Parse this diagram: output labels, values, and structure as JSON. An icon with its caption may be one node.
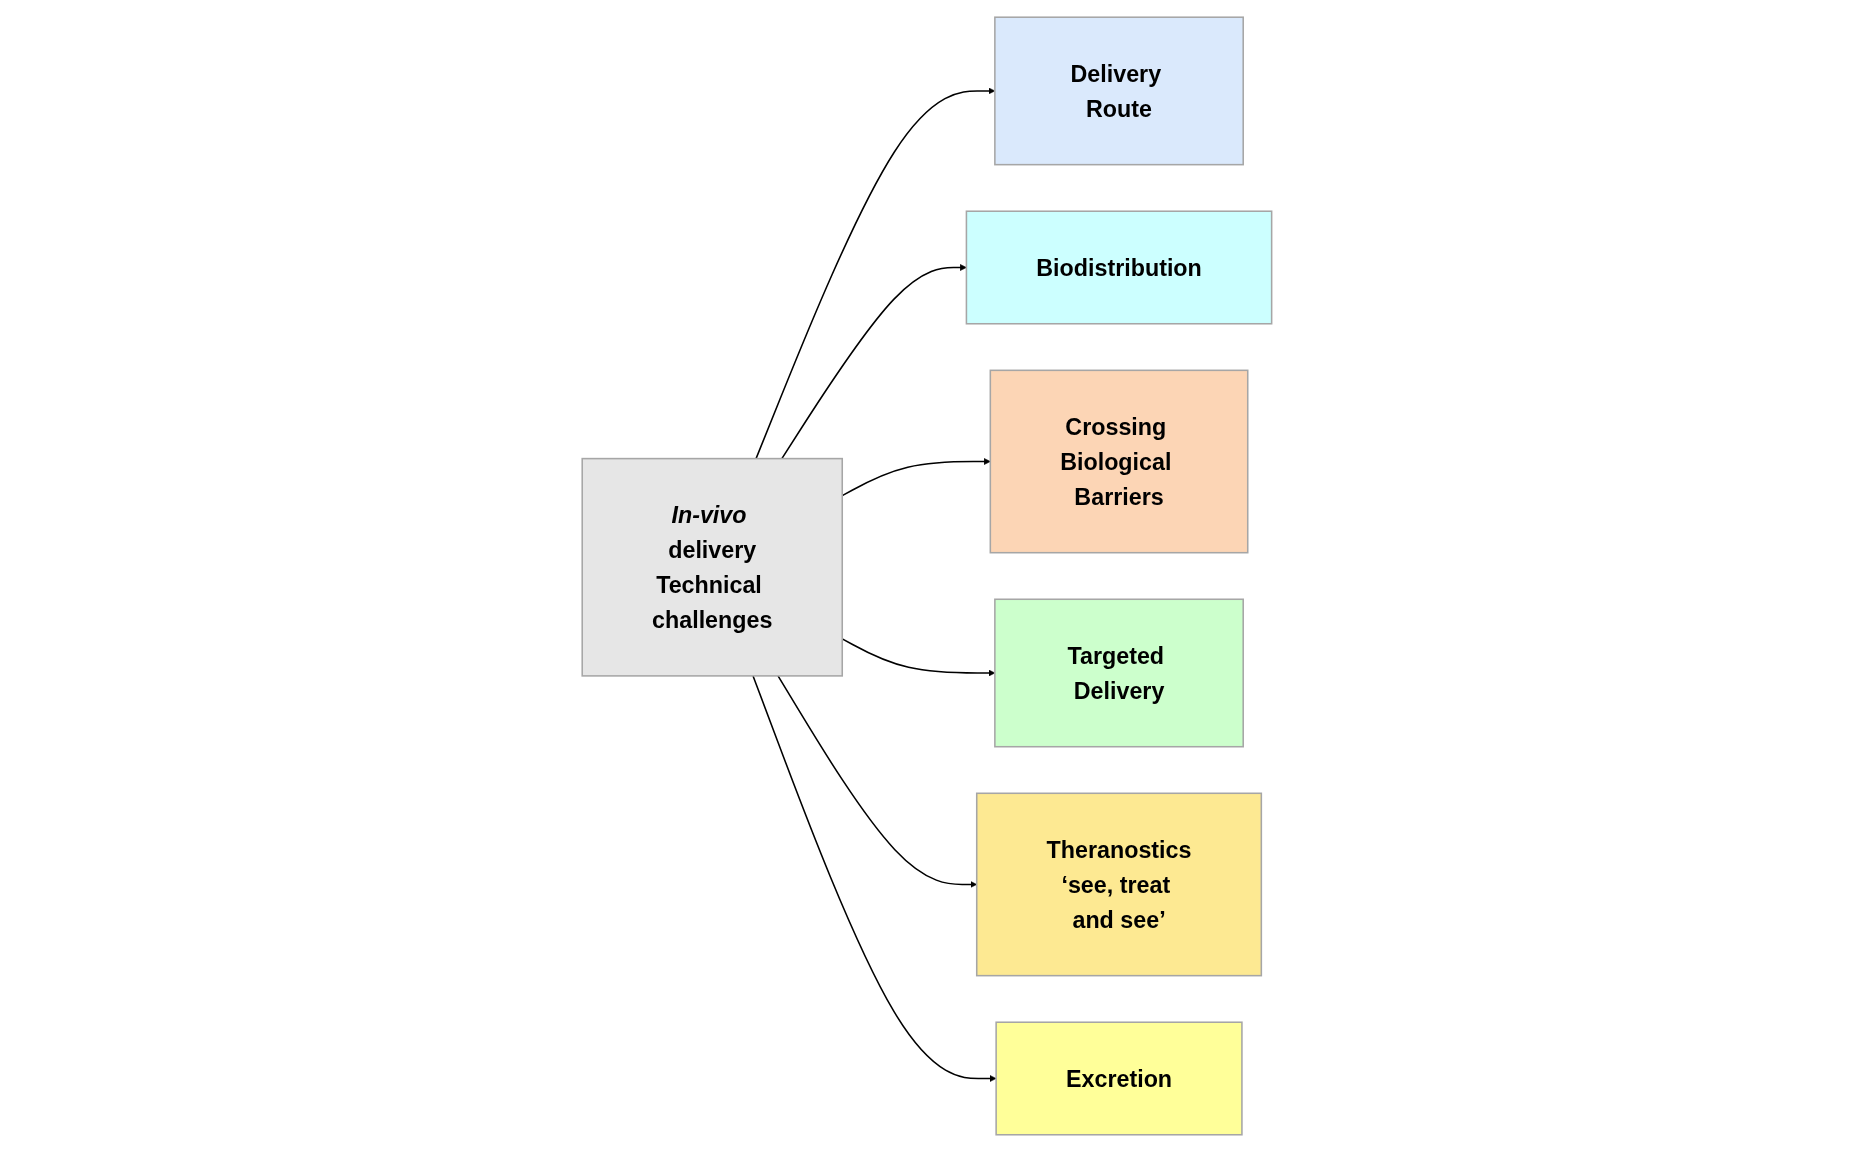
{
  "diagram": {
    "nodes": [
      {
        "text": [
          "Delivery Route"
        ]
      },
      {
        "text": [
          "Biodistribution"
        ]
      },
      {
        "text": [
          "Crossing Biological Barriers"
        ]
      },
      {
        "text": [
          "*In-vivo* delivery",
          "Technical challenges"
        ]
      },
      {
        "text": [
          "Targeted Delivery"
        ]
      },
      {
        "text": [
          "Theranostics",
          "‘see, treat and see’"
        ]
      },
      {
        "text": [
          "Excretion"
        ]
      }
    ],
    "edges": [
      {
        "from": 3,
        "to": 0,
        "arrow": "to"
      },
      {
        "from": 3,
        "to": 1,
        "arrow": "to"
      },
      {
        "from": 3,
        "to": 2,
        "arrow": "to"
      },
      {
        "from": 3,
        "to": 4,
        "arrow": "to"
      },
      {
        "from": 3,
        "to": 5,
        "arrow": "to"
      },
      {
        "from": 3,
        "to": 6,
        "arrow": "to"
      }
    ]
  }
}
